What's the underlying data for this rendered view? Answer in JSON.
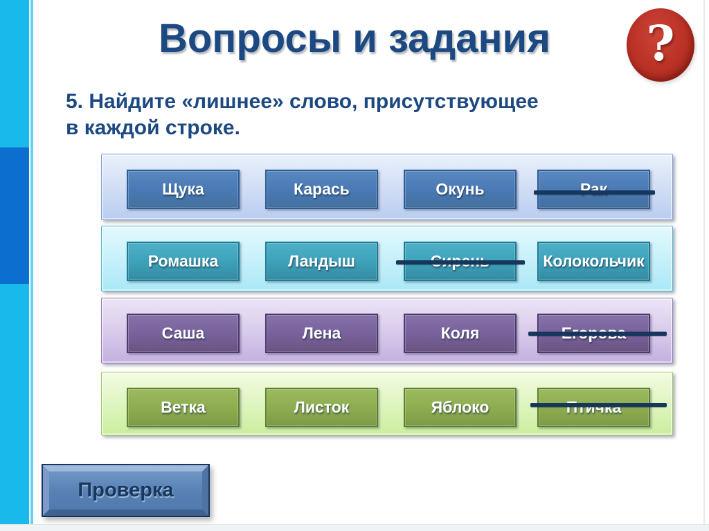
{
  "title": "Вопросы и задания",
  "badge": {
    "symbol": "?"
  },
  "question": {
    "line1": "5. Найдите «лишнее» слово, присутствующее",
    "line2": "в каждой строке."
  },
  "rows": [
    {
      "theme": "blue",
      "words": [
        {
          "label": "Щука",
          "struck": false
        },
        {
          "label": "Карась",
          "struck": false
        },
        {
          "label": "Окунь",
          "struck": false
        },
        {
          "label": "Рак",
          "struck": true
        }
      ]
    },
    {
      "theme": "teal",
      "words": [
        {
          "label": "Ромашка",
          "struck": false
        },
        {
          "label": "Ландыш",
          "struck": false
        },
        {
          "label": "Сирень",
          "struck": true
        },
        {
          "label": "Колокольчик",
          "struck": false
        }
      ]
    },
    {
      "theme": "purple",
      "words": [
        {
          "label": "Саша",
          "struck": false
        },
        {
          "label": "Лена",
          "struck": false
        },
        {
          "label": "Коля",
          "struck": false
        },
        {
          "label": "Егорова",
          "struck": true
        }
      ]
    },
    {
      "theme": "green",
      "words": [
        {
          "label": "Ветка",
          "struck": false
        },
        {
          "label": "Листок",
          "struck": false
        },
        {
          "label": "Яблоко",
          "struck": false
        },
        {
          "label": "Птичка",
          "struck": true
        }
      ]
    }
  ],
  "check_button": {
    "label": "Проверка"
  },
  "colors": {
    "title_text": "#1d4982",
    "stripe_cyan": "#1ab9ec",
    "stripe_dark_blue": "#0c6fd0",
    "badge_red": "#b93125",
    "strike_line": "#16365c",
    "row_blue_button": "#4a7ab5",
    "row_teal_button": "#3da2bb",
    "row_purple_button": "#79629c",
    "row_green_button": "#8ead50",
    "check_button_face": "#567fb2"
  }
}
